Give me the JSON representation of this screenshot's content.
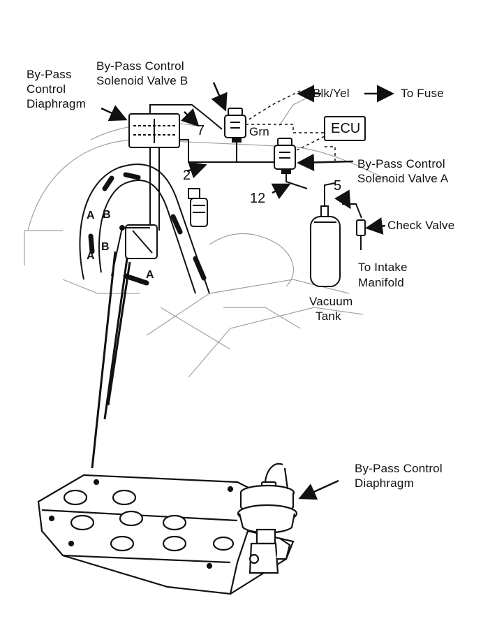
{
  "labels": {
    "diaphragm_top_1": "By-Pass",
    "diaphragm_top_2": "Control",
    "diaphragm_top_3": "Diaphragm",
    "solenoid_b_1": "By-Pass Control",
    "solenoid_b_2": "Solenoid Valve B",
    "blk_yel": "Blk/Yel",
    "to_fuse": "To Fuse",
    "ecu": "ECU",
    "grn": "Grn",
    "solenoid_a_1": "By-Pass Control",
    "solenoid_a_2": "Solenoid Valve A",
    "check_valve": "Check Valve",
    "intake_1": "To Intake",
    "intake_2": "Manifold",
    "vacuum_1": "Vacuum",
    "vacuum_2": "Tank",
    "diaphragm_bottom_1": "By-Pass Control",
    "diaphragm_bottom_2": "Diaphragm"
  },
  "hose_numbers": {
    "n7": "7",
    "n2": "2",
    "n12": "12",
    "n5": "5"
  },
  "port_letters": {
    "a_upper": "A",
    "b_upper": "B",
    "a_lower": "A",
    "b_lower": "B",
    "a_right": "A"
  }
}
